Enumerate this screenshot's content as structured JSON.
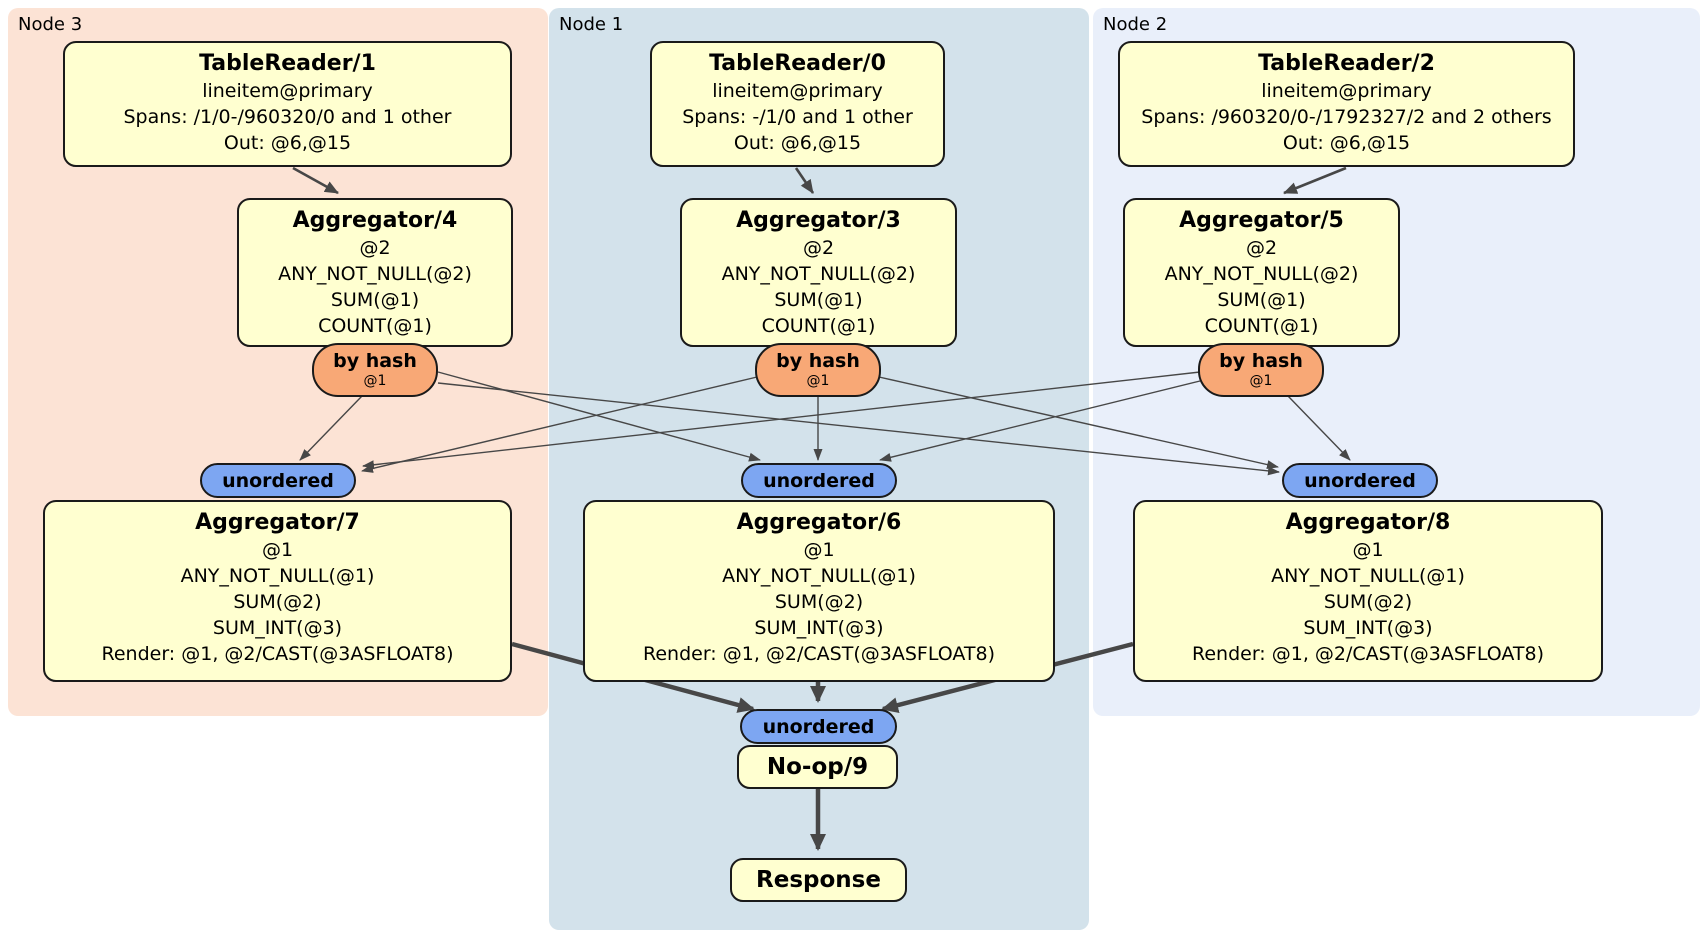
{
  "colors": {
    "canvas-bg": "#ffffff",
    "node3-bg": "#fce3d5",
    "node1-bg": "#d3e2eb",
    "node2-bg": "#e9effa",
    "box-fill": "#ffffd0",
    "box-border": "#1a1a1a",
    "router-fill": "#f8a876",
    "sync-fill": "#7da6f2",
    "edge-color": "#474747",
    "text-color": "#000000"
  },
  "regions": [
    {
      "label": "Node 3"
    },
    {
      "label": "Node 1"
    },
    {
      "label": "Node 2"
    }
  ],
  "nodes": {
    "tr1": {
      "title": "TableReader/1",
      "lines": [
        "lineitem@primary",
        "Spans: /1/0-/960320/0 and 1 other",
        "Out: @6,@15"
      ]
    },
    "tr0": {
      "title": "TableReader/0",
      "lines": [
        "lineitem@primary",
        "Spans: -/1/0 and 1 other",
        "Out: @6,@15"
      ]
    },
    "tr2": {
      "title": "TableReader/2",
      "lines": [
        "lineitem@primary",
        "Spans: /960320/0-/1792327/2 and 2 others",
        "Out: @6,@15"
      ]
    },
    "agg4": {
      "title": "Aggregator/4",
      "lines": [
        "@2",
        "ANY_NOT_NULL(@2)",
        "SUM(@1)",
        "COUNT(@1)"
      ]
    },
    "agg3": {
      "title": "Aggregator/3",
      "lines": [
        "@2",
        "ANY_NOT_NULL(@2)",
        "SUM(@1)",
        "COUNT(@1)"
      ]
    },
    "agg5": {
      "title": "Aggregator/5",
      "lines": [
        "@2",
        "ANY_NOT_NULL(@2)",
        "SUM(@1)",
        "COUNT(@1)"
      ]
    },
    "agg7": {
      "title": "Aggregator/7",
      "lines": [
        "@1",
        "ANY_NOT_NULL(@1)",
        "SUM(@2)",
        "SUM_INT(@3)",
        "Render: @1, @2/CAST(@3ASFLOAT8)"
      ]
    },
    "agg6": {
      "title": "Aggregator/6",
      "lines": [
        "@1",
        "ANY_NOT_NULL(@1)",
        "SUM(@2)",
        "SUM_INT(@3)",
        "Render: @1, @2/CAST(@3ASFLOAT8)"
      ]
    },
    "agg8": {
      "title": "Aggregator/8",
      "lines": [
        "@1",
        "ANY_NOT_NULL(@1)",
        "SUM(@2)",
        "SUM_INT(@3)",
        "Render: @1, @2/CAST(@3ASFLOAT8)"
      ]
    },
    "noop": {
      "title": "No-op/9"
    },
    "response": {
      "title": "Response"
    }
  },
  "router": {
    "label": "by hash",
    "sublabel": "@1"
  },
  "sync": {
    "label": "unordered"
  }
}
